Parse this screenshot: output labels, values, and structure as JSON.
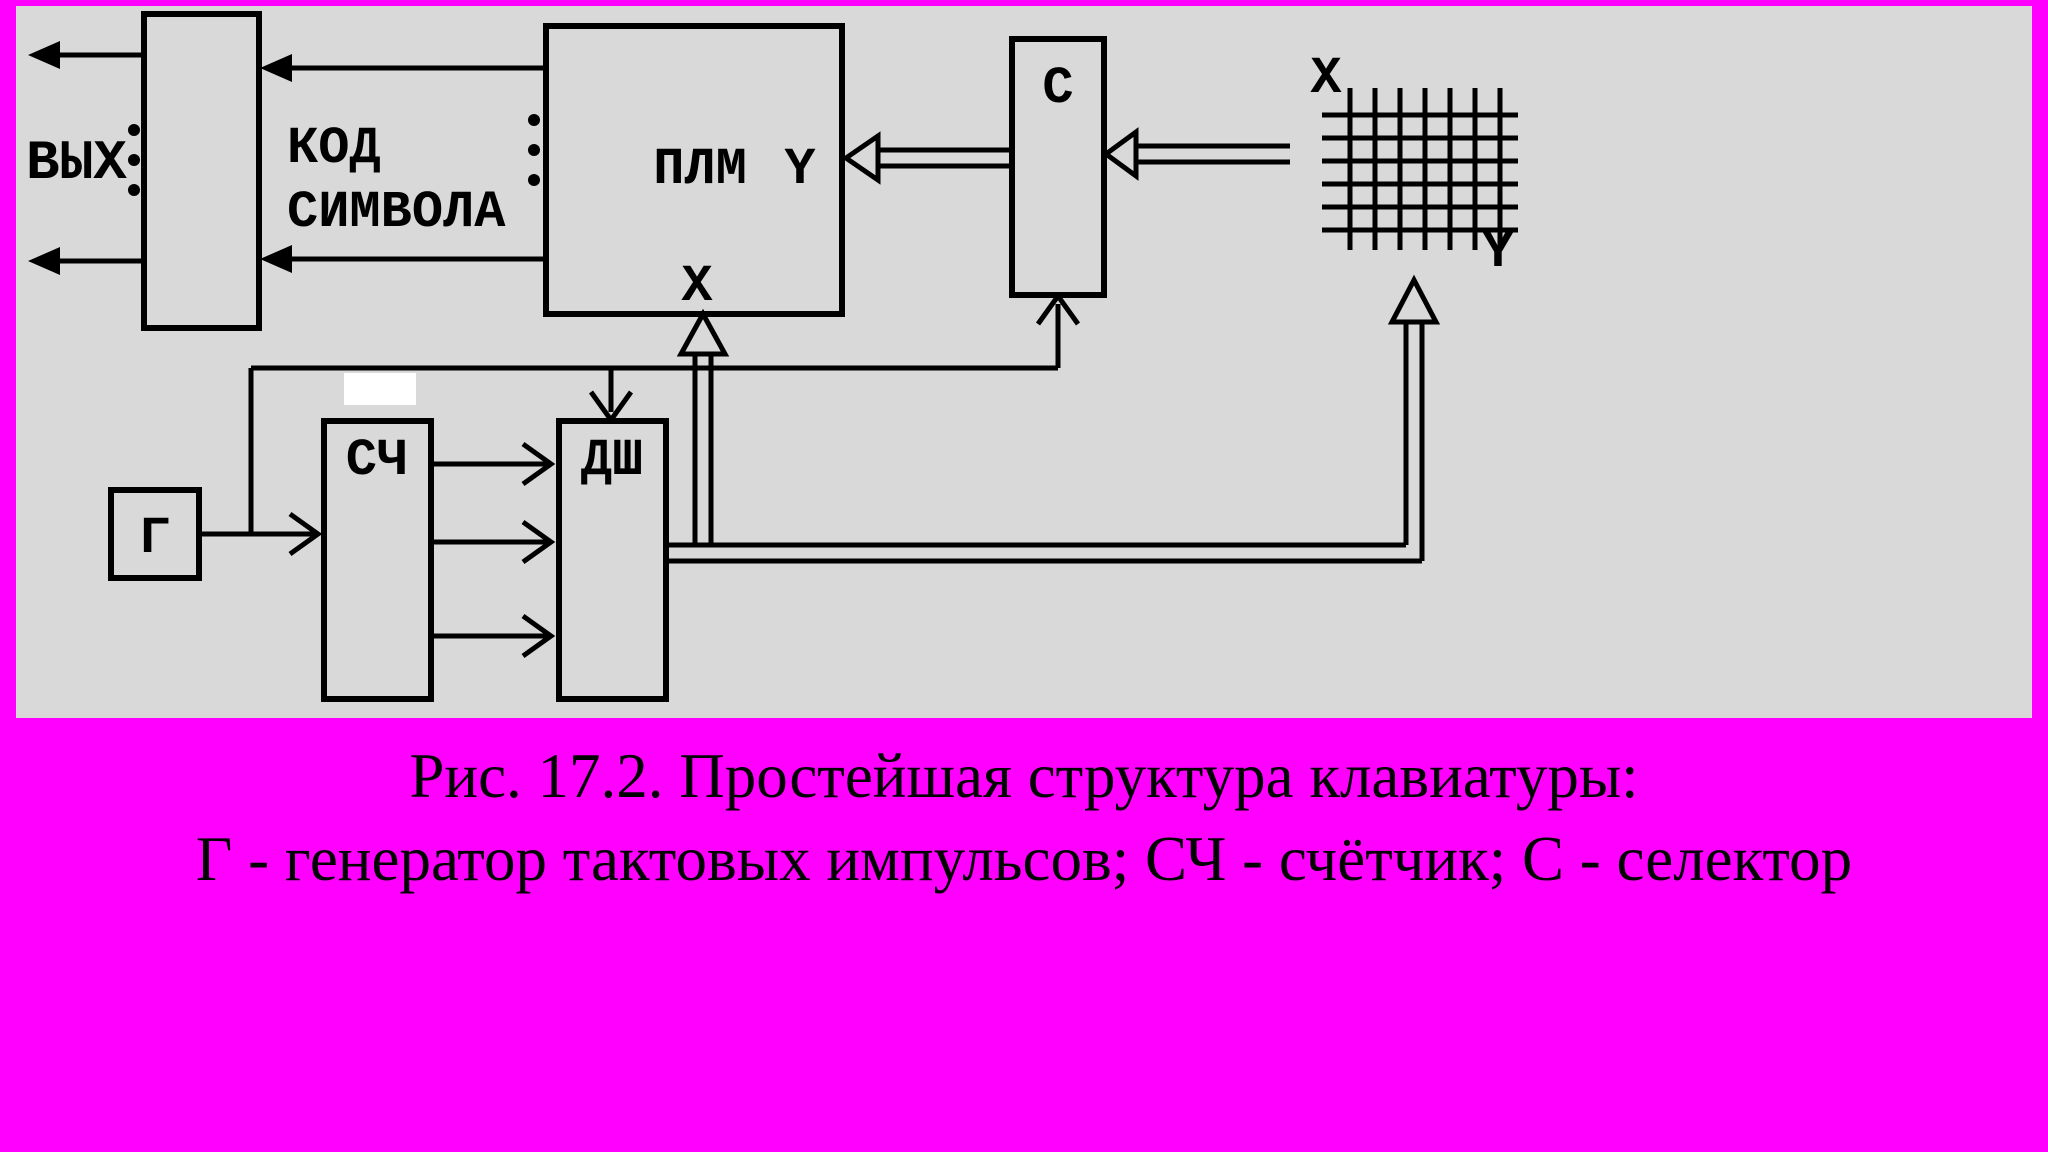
{
  "figure": {
    "caption_line1": "Рис. 17.2. Простейшая структура клавиатуры:",
    "caption_line2": "Г - генератор тактовых импульсов; СЧ - счётчик; С - селектор"
  },
  "diagram": {
    "output_label": "ВЫХ",
    "code_label_line1": "КОД",
    "code_label_line2": "СИМВОЛА",
    "plm": {
      "label": "ПЛМ",
      "port_y": "Y",
      "port_x": "X"
    },
    "selector": {
      "label": "С"
    },
    "generator": {
      "label": "Г"
    },
    "counter": {
      "label": "СЧ"
    },
    "decoder": {
      "label": "ДШ"
    },
    "matrix": {
      "x_label": "X",
      "y_label": "Y"
    }
  },
  "colors": {
    "page_background": "#ff00ff",
    "diagram_background": "#d9d9d9",
    "line": "#000000",
    "patch": "#ffffff"
  }
}
